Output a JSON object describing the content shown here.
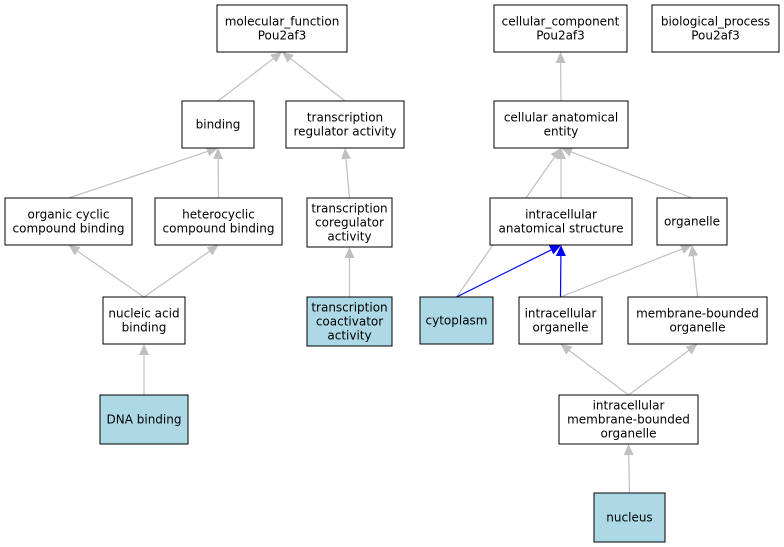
{
  "colors": {
    "highlight_fill": "#add8e6",
    "default_fill": "#ffffff",
    "edge_gray": "#c0c0c0",
    "edge_blue": "#0000ff"
  },
  "nodes": [
    {
      "id": "mf",
      "lines": [
        "molecular_function",
        "Pou2af3"
      ],
      "highlight": false
    },
    {
      "id": "cc",
      "lines": [
        "cellular_component",
        "Pou2af3"
      ],
      "highlight": false
    },
    {
      "id": "bp",
      "lines": [
        "biological_process",
        "Pou2af3"
      ],
      "highlight": false
    },
    {
      "id": "binding",
      "lines": [
        "binding"
      ],
      "highlight": false
    },
    {
      "id": "tra",
      "lines": [
        "transcription",
        "regulator activity"
      ],
      "highlight": false
    },
    {
      "id": "cae",
      "lines": [
        "cellular anatomical",
        "entity"
      ],
      "highlight": false
    },
    {
      "id": "ocb",
      "lines": [
        "organic cyclic",
        "compound binding"
      ],
      "highlight": false
    },
    {
      "id": "hcb",
      "lines": [
        "heterocyclic",
        "compound binding"
      ],
      "highlight": false
    },
    {
      "id": "tcra",
      "lines": [
        "transcription",
        "coregulator",
        "activity"
      ],
      "highlight": false
    },
    {
      "id": "ias",
      "lines": [
        "intracellular",
        "anatomical structure"
      ],
      "highlight": false
    },
    {
      "id": "organelle",
      "lines": [
        "organelle"
      ],
      "highlight": false
    },
    {
      "id": "nab",
      "lines": [
        "nucleic acid",
        "binding"
      ],
      "highlight": false
    },
    {
      "id": "tcaa",
      "lines": [
        "transcription",
        "coactivator",
        "activity"
      ],
      "highlight": true
    },
    {
      "id": "cytoplasm",
      "lines": [
        "cytoplasm"
      ],
      "highlight": true
    },
    {
      "id": "io",
      "lines": [
        "intracellular",
        "organelle"
      ],
      "highlight": false
    },
    {
      "id": "mbo",
      "lines": [
        "membrane-bounded",
        "organelle"
      ],
      "highlight": false
    },
    {
      "id": "dna",
      "lines": [
        "DNA binding"
      ],
      "highlight": true
    },
    {
      "id": "imbo",
      "lines": [
        "intracellular",
        "membrane-bounded",
        "organelle"
      ],
      "highlight": false
    },
    {
      "id": "nucleus",
      "lines": [
        "nucleus"
      ],
      "highlight": true
    }
  ],
  "edges": [
    {
      "from": "binding",
      "to": "mf",
      "color": "gray"
    },
    {
      "from": "tra",
      "to": "mf",
      "color": "gray"
    },
    {
      "from": "cae",
      "to": "cc",
      "color": "gray"
    },
    {
      "from": "ocb",
      "to": "binding",
      "color": "gray"
    },
    {
      "from": "hcb",
      "to": "binding",
      "color": "gray"
    },
    {
      "from": "tcra",
      "to": "tra",
      "color": "gray"
    },
    {
      "from": "ias",
      "to": "cae",
      "color": "gray"
    },
    {
      "from": "organelle",
      "to": "cae",
      "color": "gray"
    },
    {
      "from": "cytoplasm",
      "to": "cae",
      "color": "gray"
    },
    {
      "from": "nab",
      "to": "ocb",
      "color": "gray"
    },
    {
      "from": "nab",
      "to": "hcb",
      "color": "gray"
    },
    {
      "from": "tcaa",
      "to": "tcra",
      "color": "gray"
    },
    {
      "from": "cytoplasm",
      "to": "ias",
      "color": "blue"
    },
    {
      "from": "io",
      "to": "ias",
      "color": "blue"
    },
    {
      "from": "io",
      "to": "organelle",
      "color": "gray"
    },
    {
      "from": "mbo",
      "to": "organelle",
      "color": "gray"
    },
    {
      "from": "dna",
      "to": "nab",
      "color": "gray"
    },
    {
      "from": "imbo",
      "to": "io",
      "color": "gray"
    },
    {
      "from": "imbo",
      "to": "mbo",
      "color": "gray"
    },
    {
      "from": "nucleus",
      "to": "imbo",
      "color": "gray"
    }
  ]
}
